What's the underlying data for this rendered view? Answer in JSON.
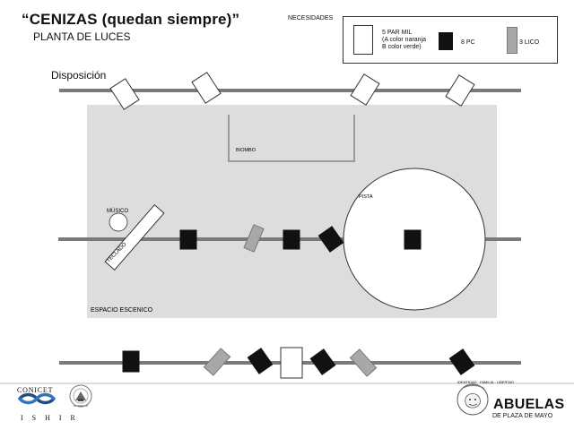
{
  "header": {
    "title": "“CENIZAS (quedan siempre)”",
    "subtitle": "PLANTA DE LUCES",
    "section": "Disposición"
  },
  "legend": {
    "title": "NECESIDADES",
    "items": [
      {
        "label_lines": [
          "5 PAR MIL",
          "(A color naranja",
          "B color verde)"
        ],
        "fill": "#ffffff"
      },
      {
        "label": "8 PC",
        "fill": "#111111"
      },
      {
        "label": "3 LICO",
        "fill": "#a8a8a8"
      }
    ]
  },
  "plan": {
    "screen_label": "BIOMBO",
    "circle_label": "PISTA",
    "musician_label": "MÚSICO",
    "keyboard_label": "TECLADO",
    "stage_label": "ESPACIO ESCENICO"
  },
  "footer": {
    "left": {
      "org": "CONICET",
      "code": "ISHIR"
    },
    "right": {
      "title": "ABUELAS",
      "subtitle": "DE PLAZA DE MAYO",
      "badge_text": "IDENTIDAD · FAMILIA · LIBERTAD"
    }
  },
  "colors": {
    "stage": "#dddddd",
    "pipe": "#7a7a7a",
    "par": "#ffffff",
    "pc": "#111111",
    "lico": "#a8a8a8",
    "outline": "#333333",
    "text": "#111111"
  }
}
